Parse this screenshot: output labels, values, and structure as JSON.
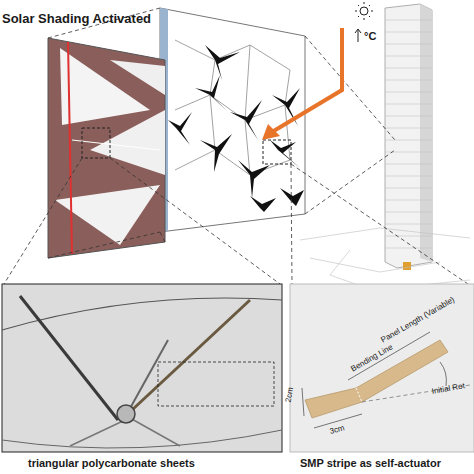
{
  "diagram": {
    "labels": [
      "Solar Shading Activated",
      "°C",
      "triangular polycarbonate sheets",
      "SMP stripe as self-actuator",
      "Panel Length (Variable)",
      "Bending Line",
      "2cm",
      "3cm",
      "Initial Rot"
    ]
  }
}
